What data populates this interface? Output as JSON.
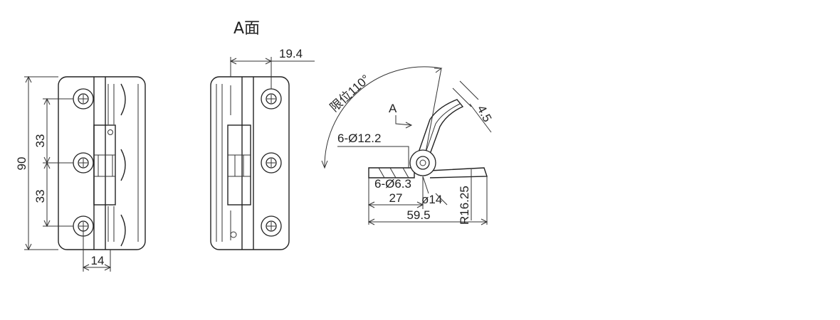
{
  "drawing": {
    "view_a_label": "A面",
    "front_view": {
      "height": "90",
      "spacing_upper": "33",
      "spacing_lower": "33",
      "width_bottom": "14"
    },
    "side_view": {
      "width_top": "19.4"
    },
    "open_view": {
      "limit_angle": "限位110°",
      "view_arrow": "A",
      "hole_counterbore": "6-Ø12.2",
      "hole_through": "6-Ø6.3",
      "pin_diameter": "ø14",
      "offset_27": "27",
      "length_59_5": "59.5",
      "thickness": "4.5",
      "radius": "R16.25"
    }
  }
}
